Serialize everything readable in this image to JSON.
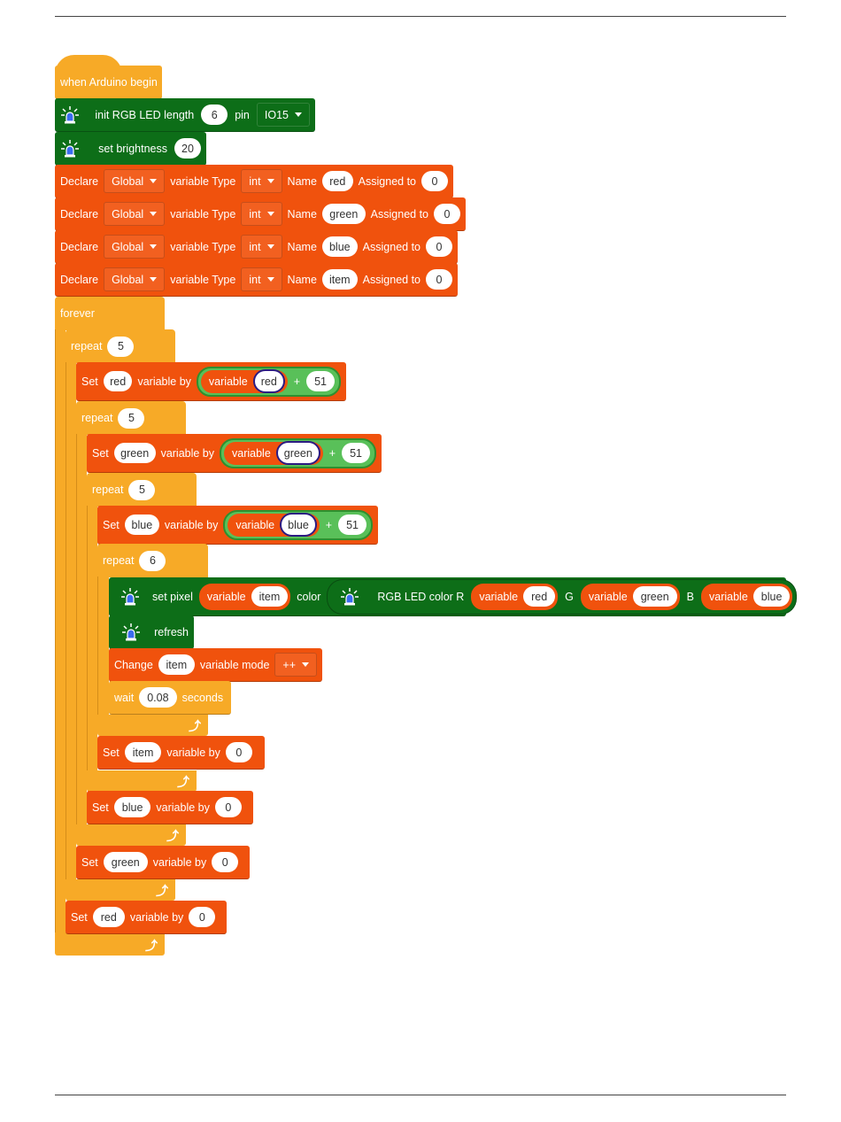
{
  "hat": {
    "label": "when Arduino begin"
  },
  "init": {
    "label": "init RGB LED length",
    "length": "6",
    "pin_label": "pin",
    "pin": "IO15"
  },
  "brightness": {
    "label": "set brightness",
    "value": "20"
  },
  "declare": {
    "keyword": "Declare",
    "scope": "Global",
    "type_label": "variable Type",
    "type": "int",
    "name_label": "Name",
    "assign_label": "Assigned to",
    "items": [
      {
        "name": "red",
        "value": "0"
      },
      {
        "name": "green",
        "value": "0"
      },
      {
        "name": "blue",
        "value": "0"
      },
      {
        "name": "item",
        "value": "0"
      }
    ]
  },
  "forever": {
    "label": "forever"
  },
  "repeat": {
    "label": "repeat",
    "counts": [
      "5",
      "5",
      "5",
      "6"
    ]
  },
  "set": {
    "keyword": "Set",
    "by_label": "variable by",
    "variable_label": "variable",
    "plus": "+",
    "increment": "51"
  },
  "set_inc": [
    {
      "name": "red",
      "var": "red"
    },
    {
      "name": "green",
      "var": "green"
    },
    {
      "name": "blue",
      "var": "blue"
    }
  ],
  "pixel": {
    "label": "set pixel",
    "variable_label": "variable",
    "index_var": "item",
    "color_label": "color",
    "rgb_label": "RGB LED color R",
    "r_var": "red",
    "g_label": "G",
    "g_var": "green",
    "b_label": "B",
    "b_var": "blue"
  },
  "refresh": {
    "label": "refresh"
  },
  "change": {
    "keyword": "Change",
    "var": "item",
    "mode_label": "variable mode",
    "mode": "++"
  },
  "wait": {
    "label": "wait",
    "value": "0.08",
    "unit": "seconds"
  },
  "set_reset": [
    {
      "name": "item",
      "value": "0"
    },
    {
      "name": "blue",
      "value": "0"
    },
    {
      "name": "green",
      "value": "0"
    },
    {
      "name": "red",
      "value": "0"
    }
  ],
  "colors": {
    "events": "#f7aa27",
    "control": "#f7aa27",
    "variables": "#f0520d",
    "rgb_led": "#0d6e18",
    "operators": "#59c059"
  },
  "icons": {
    "led": "rgb-led-icon",
    "loop_arrow": "loop-arrow-icon",
    "dropdown": "caret-down-icon"
  }
}
